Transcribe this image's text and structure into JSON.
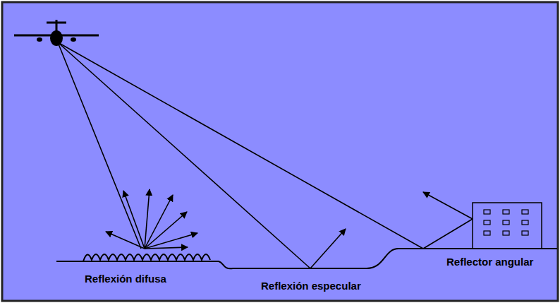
{
  "diagram": {
    "labels": [
      "Reflexión difusa",
      "Reflexión especular",
      "Reflector angular"
    ]
  }
}
